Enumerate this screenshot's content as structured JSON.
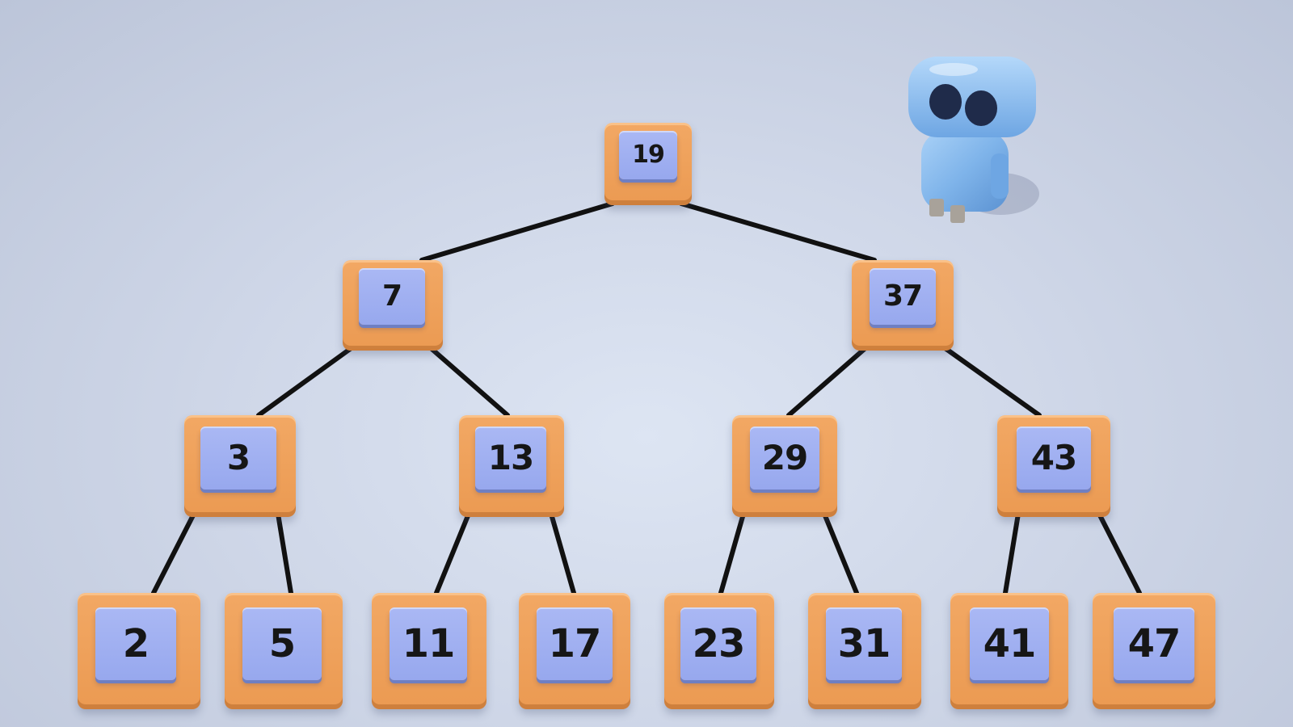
{
  "tree": {
    "root": "19",
    "level_1": [
      "7",
      "37"
    ],
    "level_2": [
      "3",
      "13",
      "29",
      "43"
    ],
    "level_3": [
      "2",
      "5",
      "11",
      "17",
      "23",
      "31",
      "41",
      "47"
    ]
  },
  "colors": {
    "node_outer": "#ec9d55",
    "node_inner": "#9fb0f1",
    "edge": "#111111",
    "robot_body": "#7fb4ea"
  },
  "icons": {
    "mascot": "robot-mascot-icon"
  }
}
